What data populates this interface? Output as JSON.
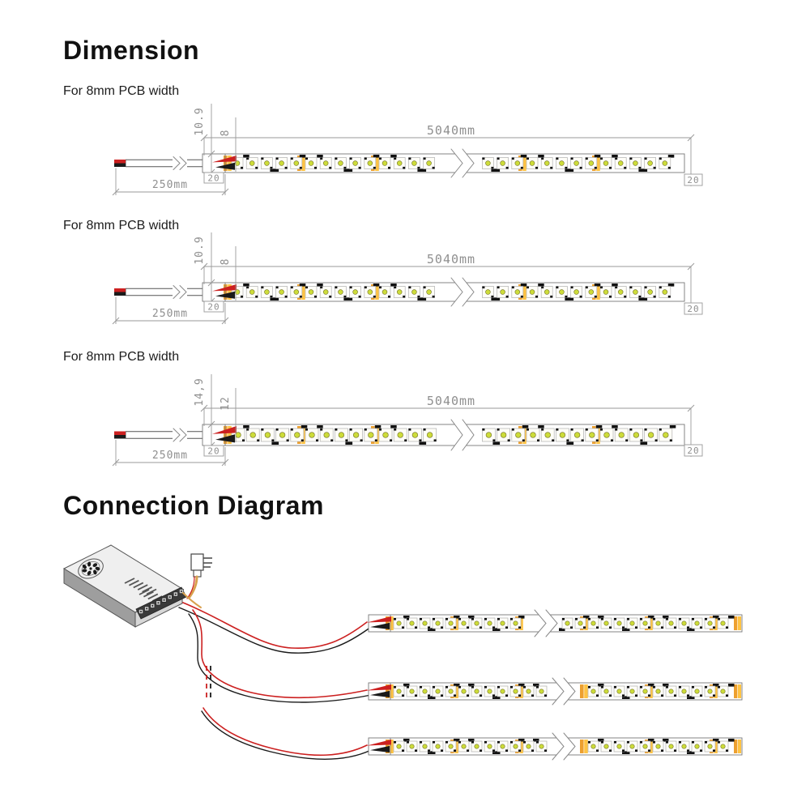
{
  "dimension": {
    "title": "Dimension",
    "sections": [
      {
        "label": "For 8mm PCB width",
        "total_height": "10.9",
        "pcb_width": "8",
        "length": "5040mm",
        "lead_length": "250mm",
        "start_segment": "20",
        "end_segment": "20"
      },
      {
        "label": "For 8mm PCB width",
        "total_height": "10.9",
        "pcb_width": "8",
        "length": "5040mm",
        "lead_length": "250mm",
        "start_segment": "20",
        "end_segment": "20"
      },
      {
        "label": "For 8mm PCB width",
        "total_height": "14,9",
        "pcb_width": "12",
        "length": "5040mm",
        "lead_length": "250mm",
        "start_segment": "20",
        "end_segment": "20"
      }
    ]
  },
  "connection": {
    "title": "Connection Diagram",
    "strip_count": 3
  },
  "colors": {
    "heading": "#111111",
    "dim_line": "#9a9a9a",
    "dim_text": "#8f8f8f",
    "strip_border": "#777777",
    "pad_orange_dark": "#eda02f",
    "pad_orange_light": "#ffc343",
    "led_dot": "#cddc39",
    "wire_red": "#cc2020",
    "wire_black": "#1a1a1a",
    "cable_tan": "#d8a14e",
    "psu_top": "#efefef",
    "psu_side": "#9e9e9e",
    "psu_end": "#d7d7d7",
    "terminal_dark": "#3a3a3a"
  }
}
